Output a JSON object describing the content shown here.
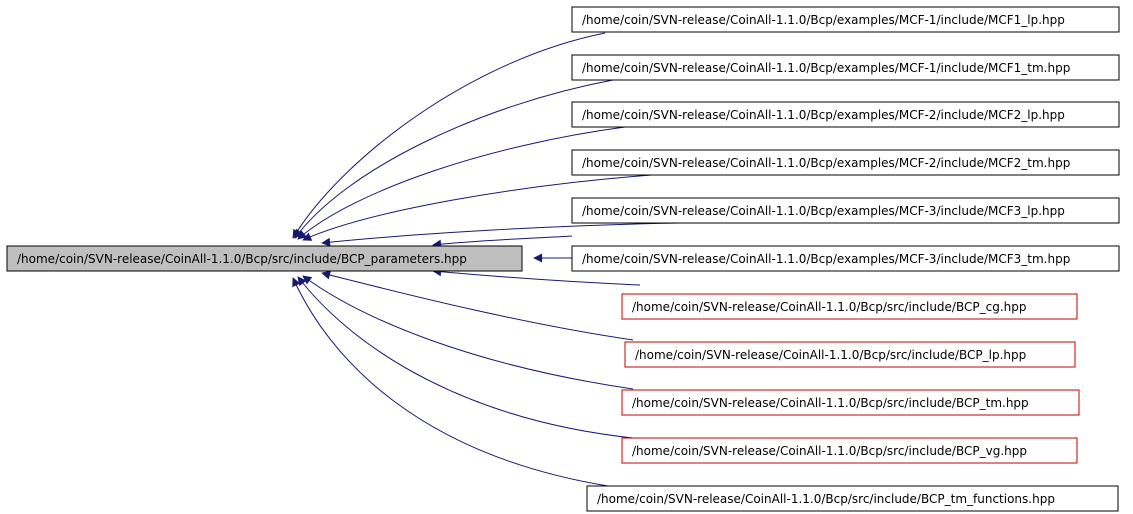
{
  "colors": {
    "edge": "#191970",
    "root_fill": "#bfbfbf",
    "normal_border": "#000000",
    "highlight_border": "#c00000",
    "text": "#000000"
  },
  "root": {
    "label": "/home/coin/SVN-release/CoinAll-1.1.0/Bcp/src/include/BCP_parameters.hpp"
  },
  "includers": [
    {
      "label": "/home/coin/SVN-release/CoinAll-1.1.0/Bcp/examples/MCF-1/include/MCF1_lp.hpp",
      "border": "normal"
    },
    {
      "label": "/home/coin/SVN-release/CoinAll-1.1.0/Bcp/examples/MCF-1/include/MCF1_tm.hpp",
      "border": "normal"
    },
    {
      "label": "/home/coin/SVN-release/CoinAll-1.1.0/Bcp/examples/MCF-2/include/MCF2_lp.hpp",
      "border": "normal"
    },
    {
      "label": "/home/coin/SVN-release/CoinAll-1.1.0/Bcp/examples/MCF-2/include/MCF2_tm.hpp",
      "border": "normal"
    },
    {
      "label": "/home/coin/SVN-release/CoinAll-1.1.0/Bcp/examples/MCF-3/include/MCF3_lp.hpp",
      "border": "normal"
    },
    {
      "label": "/home/coin/SVN-release/CoinAll-1.1.0/Bcp/examples/MCF-3/include/MCF3_tm.hpp",
      "border": "normal"
    },
    {
      "label": "/home/coin/SVN-release/CoinAll-1.1.0/Bcp/src/include/BCP_cg.hpp",
      "border": "highlight"
    },
    {
      "label": "/home/coin/SVN-release/CoinAll-1.1.0/Bcp/src/include/BCP_lp.hpp",
      "border": "highlight"
    },
    {
      "label": "/home/coin/SVN-release/CoinAll-1.1.0/Bcp/src/include/BCP_tm.hpp",
      "border": "highlight"
    },
    {
      "label": "/home/coin/SVN-release/CoinAll-1.1.0/Bcp/src/include/BCP_vg.hpp",
      "border": "highlight"
    },
    {
      "label": "/home/coin/SVN-release/CoinAll-1.1.0/Bcp/src/include/BCP_tm_functions.hpp",
      "border": "normal"
    }
  ]
}
